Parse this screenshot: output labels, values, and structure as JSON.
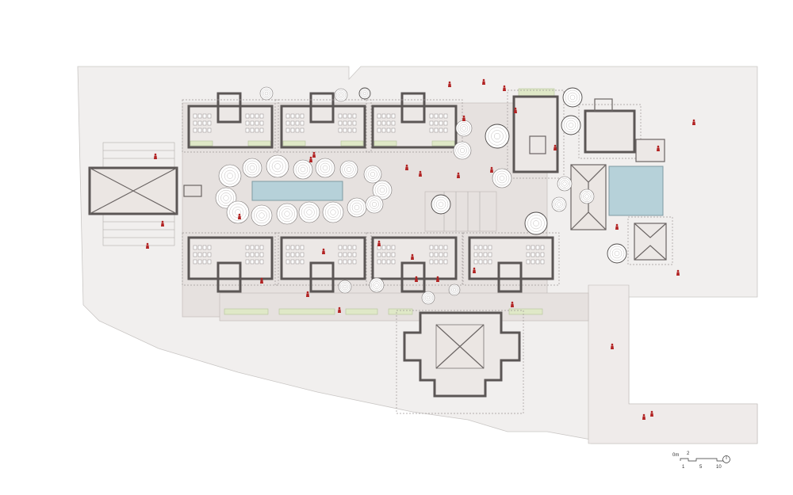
{
  "scale": {
    "origin_label": "0m",
    "upper_ticks": [
      "2"
    ],
    "lower_ticks": [
      "1",
      "5",
      "10"
    ]
  },
  "colors": {
    "site": "#f1efee",
    "terrace": "#e6e1df",
    "walls": "#5b5655",
    "green_beds": "#dfe8c7",
    "pool": "#b6d1d9",
    "people": "#b22222"
  }
}
